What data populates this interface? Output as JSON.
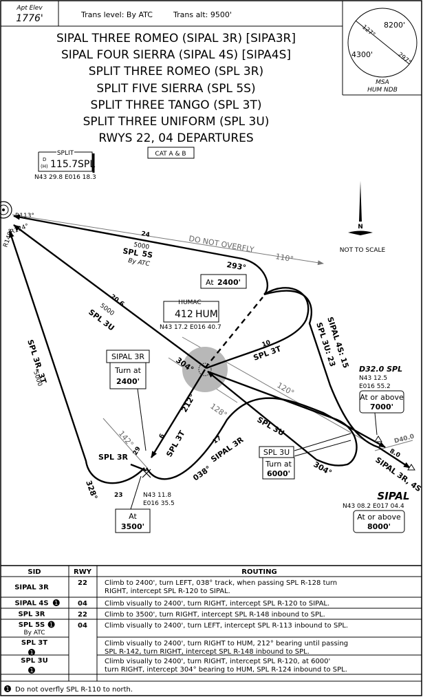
{
  "header": {
    "apt_elev_label": "Apt Elev",
    "apt_elev_value": "1776'",
    "trans_level": "Trans level: By ATC",
    "trans_alt": "Trans alt: 9500'"
  },
  "msa": {
    "bearing_1": "127°",
    "bearing_2": "297°",
    "alt_north": "8200'",
    "alt_south": "4300'",
    "label_1": "MSA",
    "label_2": "HUM NDB"
  },
  "titles": [
    "SIPAL THREE ROMEO (SIPAL 3R) [SIPA3R]",
    "SIPAL FOUR SIERRA (SIPAL 4S) [SIPA4S]",
    "SPLIT THREE ROMEO (SPL 3R)",
    "SPLIT FIVE SIERRA (SPL 5S)",
    "SPLIT THREE TANGO (SPL 3T)",
    "SPLIT THREE UNIFORM (SPL 3U)",
    "RWYS 22, 04 DEPARTURES"
  ],
  "category": "CAT A & B",
  "vor": {
    "name": "SPLIT",
    "d": "D",
    "h": "(H)",
    "freq": "115.7",
    "ident": "SPL",
    "coords": "N43 29.8 E016 18.3"
  },
  "ndb": {
    "name": "HUMAC",
    "freq": "412",
    "ident": "HUM",
    "coords": "N43 17.2 E016 40.7"
  },
  "radials": {
    "r113": "R113°",
    "r124": "R124°",
    "r148": "R148°"
  },
  "legs": {
    "spl5s_dist": "24",
    "spl5s_alt": "5000",
    "spl5s_name_1": "SPL",
    "spl5s_name_2": "5S",
    "spl5s_atc": "By ATC",
    "do_not_overfly": "DO NOT OVERFLY",
    "r110": "110°",
    "hdg_293": "293°",
    "at_2400_prefix": "At",
    "at_2400_alt": "2400'",
    "spl3u_dist": "20.6",
    "spl3u_alt": "5000",
    "spl3u_name": "SPL 3U",
    "spl3r3t_alt": "5000",
    "spl3r3t_name": "SPL 3R, 3T",
    "spl3t_dist": "10",
    "spl3t_name": "SPL 3T",
    "sipal4s_name": "SIPAL 4S: 15",
    "spl3u23": "SPL 3U: 23",
    "hdg_304a": "304°",
    "hdg_212": "212°",
    "hdg_128": "128°",
    "hdg_120": "120°",
    "hdg_142": "142°",
    "spl3t_near": "SPL 3T",
    "dist_6": "6",
    "dist_17": "17",
    "sipal3r_near": "SIPAL 3R",
    "hdg_038": "038°",
    "spl3u_near": "SPL 3U",
    "hdg_304b": "304°",
    "spl3r_label": "SPL 3R",
    "dist_29": "29",
    "dist_23": "23",
    "hdg_328": "328°",
    "dist_8": "8.0",
    "d40": "D40.0",
    "sipal_3r4s": "SIPAL 3R, 4S"
  },
  "boxes": {
    "sipal3r_title": "SIPAL 3R",
    "turn_at": "Turn at",
    "turn_at_alt": "2400'",
    "spl3u_title": "SPL 3U",
    "spl3u_turn": "Turn at",
    "spl3u_alt": "6000'",
    "at_3500_prefix": "At",
    "at_3500_alt": "3500'",
    "d32": "D32.0 SPL",
    "d32_lat": "N43 12.5",
    "d32_lon": "E016 55.2",
    "above_7000_1": "At or above",
    "above_7000_2": "7000'",
    "sipal_name": "SIPAL",
    "sipal_coords": "N43 08.2 E017 04.4",
    "above_8000_1": "At or above",
    "above_8000_2": "8000'",
    "airport_lat": "N43 11.8",
    "airport_lon": "E016 35.5"
  },
  "not_to_scale": "NOT TO SCALE",
  "north": "N",
  "table": {
    "headers": [
      "SID",
      "RWY",
      "ROUTING"
    ],
    "rows": [
      {
        "sid": "SIPAL 3R",
        "sub": "",
        "note": "",
        "rwy": "22",
        "lines": [
          "Climb to 2400', turn LEFT, 038° track, when passing SPL R-128 turn",
          "RIGHT, intercept SPL R-120 to SIPAL."
        ]
      },
      {
        "sid": "SIPAL 4S",
        "sub": "",
        "note": "1",
        "rwy": "04",
        "lines": [
          "Climb visually to 2400', turn RIGHT, intercept SPL R-120 to SIPAL."
        ]
      },
      {
        "sid": "SPL 3R",
        "sub": "",
        "note": "",
        "rwy": "22",
        "lines": [
          "Climb to 3500', turn RIGHT, intercept SPL R-148 inbound to SPL."
        ]
      },
      {
        "sid": "SPL 5S",
        "sub": "By ATC",
        "note": "1",
        "rwy": "04",
        "lines": [
          "Climb visually to 2400', turn LEFT, intercept SPL R-113 inbound to SPL."
        ]
      },
      {
        "sid": "SPL 3T",
        "sub": "",
        "note": "1",
        "rwy": "",
        "lines": [
          "Climb visually to 2400', turn RIGHT to HUM, 212° bearing until passing",
          "SPL R-142, turn RIGHT, intercept SPL R-148 inbound to SPL."
        ]
      },
      {
        "sid": "SPL 3U",
        "sub": "",
        "note": "1",
        "rwy": "",
        "lines": [
          "Climb visually to 2400', turn RIGHT, intercept SPL R-120, at 6000'",
          "turn RIGHT, intercept 304° bearing to HUM, SPL R-124 inbound to SPL."
        ]
      }
    ],
    "footnote_marker": "1",
    "footnote": "Do not overfly SPL R-110 to north."
  }
}
